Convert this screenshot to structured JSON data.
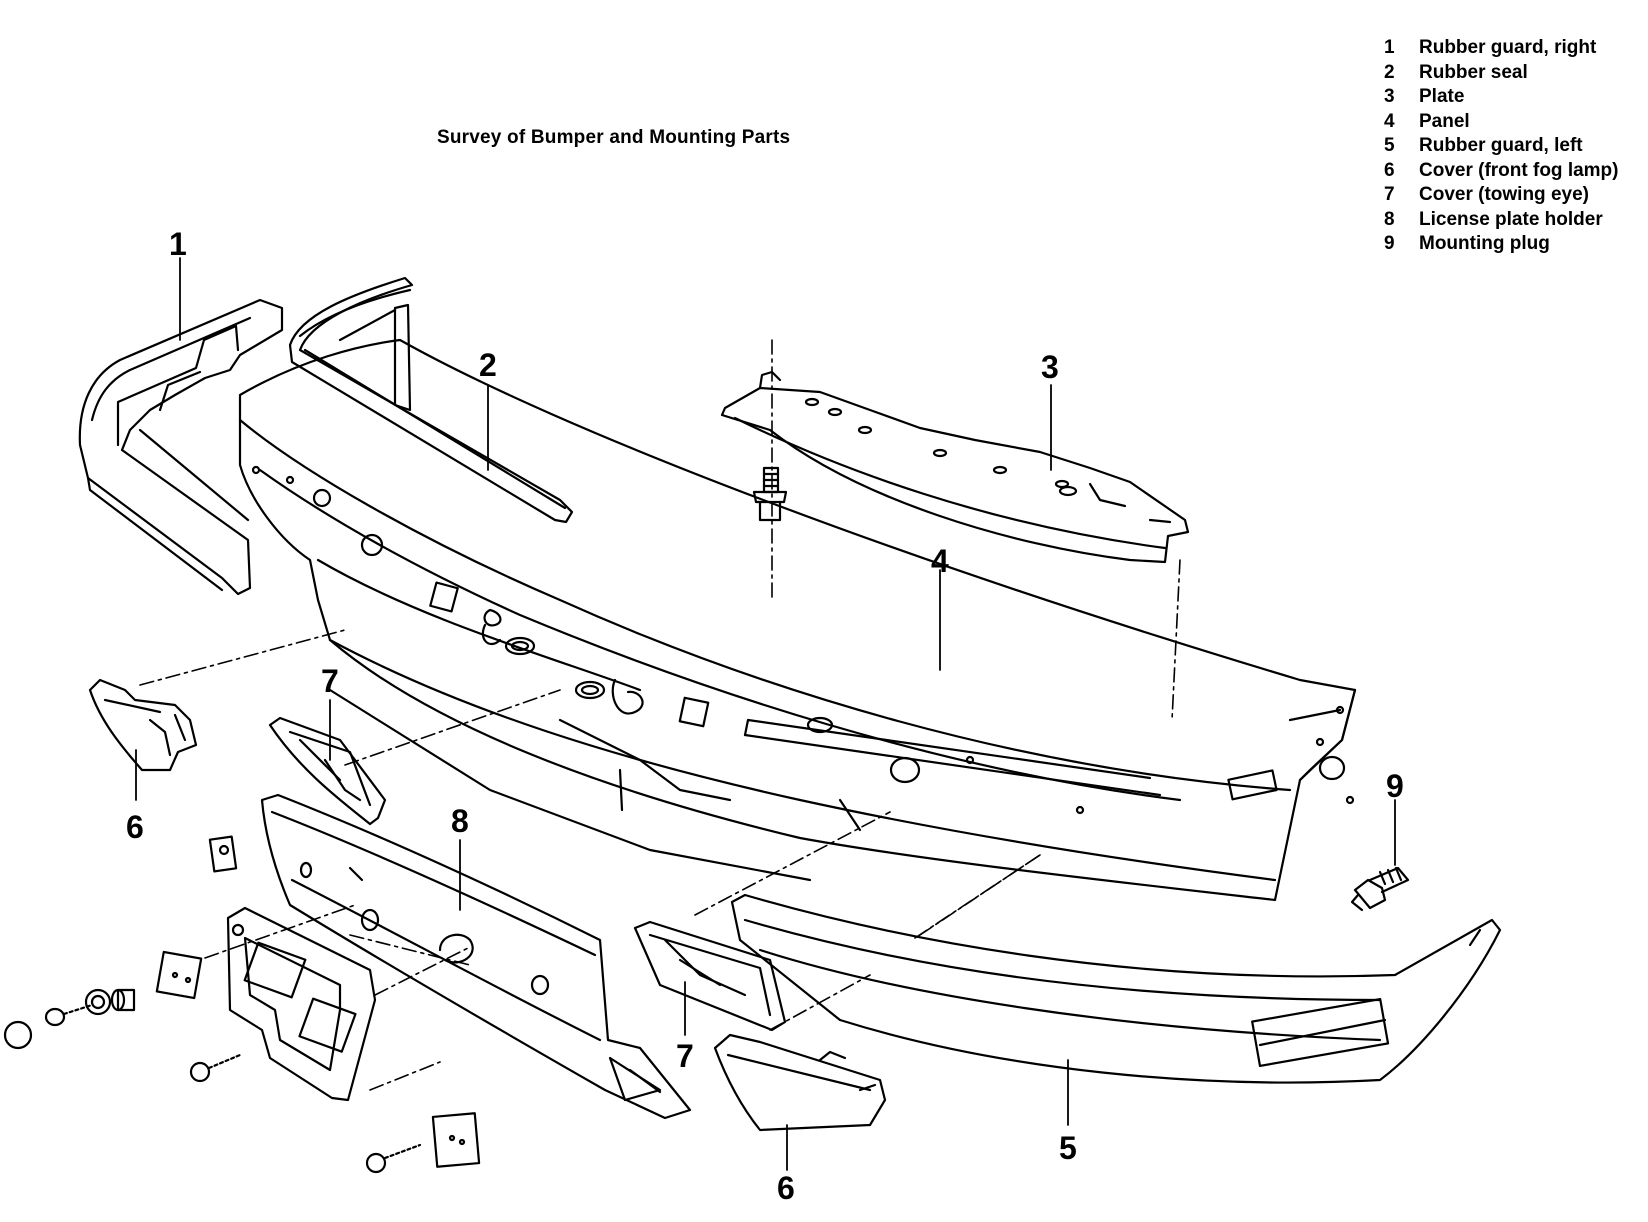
{
  "title": "Survey of Bumper and Mounting Parts",
  "legend": [
    {
      "num": "1",
      "label": "Rubber guard, right"
    },
    {
      "num": "2",
      "label": "Rubber seal"
    },
    {
      "num": "3",
      "label": "Plate"
    },
    {
      "num": "4",
      "label": "Panel"
    },
    {
      "num": "5",
      "label": "Rubber guard, left"
    },
    {
      "num": "6",
      "label": "Cover (front fog lamp)"
    },
    {
      "num": "7",
      "label": "Cover (towing eye)"
    },
    {
      "num": "8",
      "label": "License plate holder"
    },
    {
      "num": "9",
      "label": "Mounting plug"
    }
  ],
  "callouts": {
    "c1": "1",
    "c2": "2",
    "c3": "3",
    "c4": "4",
    "c5": "5",
    "c6_left": "6",
    "c6_right": "6",
    "c7_left": "7",
    "c7_right": "7",
    "c8": "8",
    "c9": "9"
  },
  "colors": {
    "ink": "#000000",
    "paper": "#ffffff"
  }
}
